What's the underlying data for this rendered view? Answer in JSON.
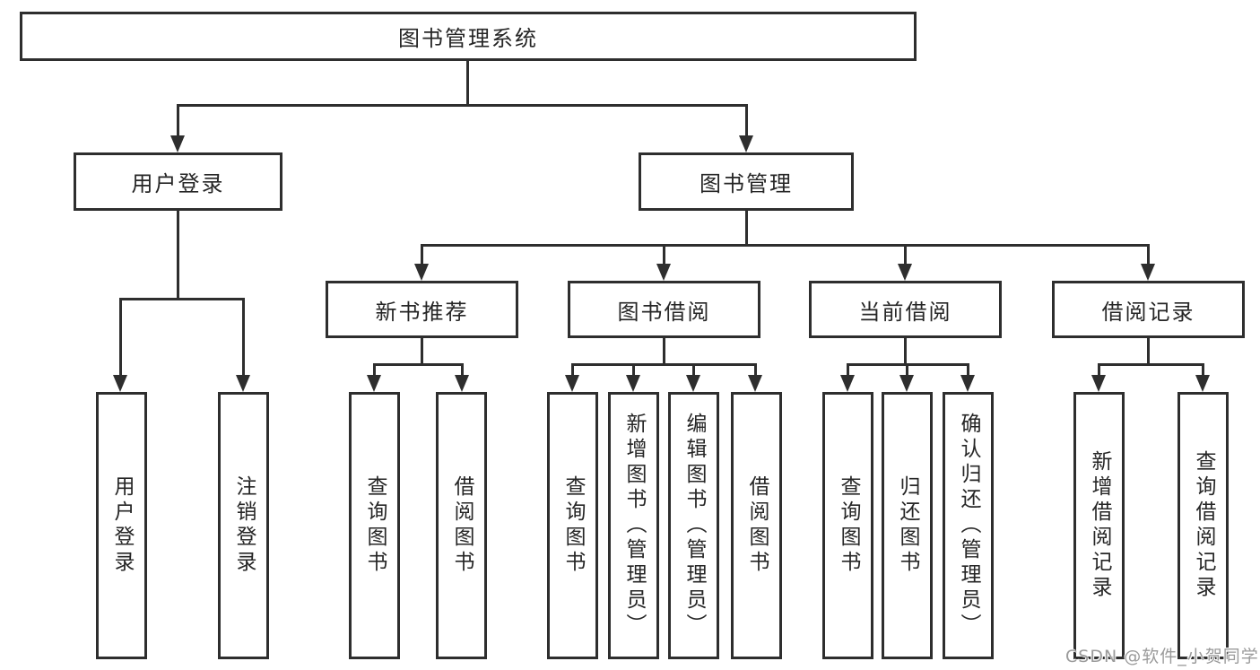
{
  "nodes": {
    "root": {
      "label": "图书管理系统"
    },
    "user_login": {
      "label": "用户登录"
    },
    "book_mgmt": {
      "label": "图书管理"
    },
    "new_book": {
      "label": "新书推荐"
    },
    "borrow": {
      "label": "图书借阅"
    },
    "current": {
      "label": "当前借阅"
    },
    "records": {
      "label": "借阅记录"
    },
    "user_login_leaf": {
      "label": "用户登录"
    },
    "logout": {
      "label": "注销登录"
    },
    "nb_query": {
      "label": "查询图书"
    },
    "nb_borrow": {
      "label": "借阅图书"
    },
    "bw_query": {
      "label": "查询图书"
    },
    "bw_add": {
      "label": "新增图书（管理员）"
    },
    "bw_edit": {
      "label": "编辑图书（管理员）"
    },
    "bw_borrow": {
      "label": "借阅图书"
    },
    "cur_query": {
      "label": "查询图书"
    },
    "cur_return": {
      "label": "归还图书"
    },
    "cur_confirm": {
      "label": "确认归还（管理员）"
    },
    "rec_add": {
      "label": "新增借阅记录"
    },
    "rec_query": {
      "label": "查询借阅记录"
    }
  },
  "watermark": {
    "text": "CSDN @软件_小贺同学"
  },
  "colors": {
    "line": "#2e2e2e",
    "text": "#262626",
    "watermark": "#9b9b9b"
  }
}
